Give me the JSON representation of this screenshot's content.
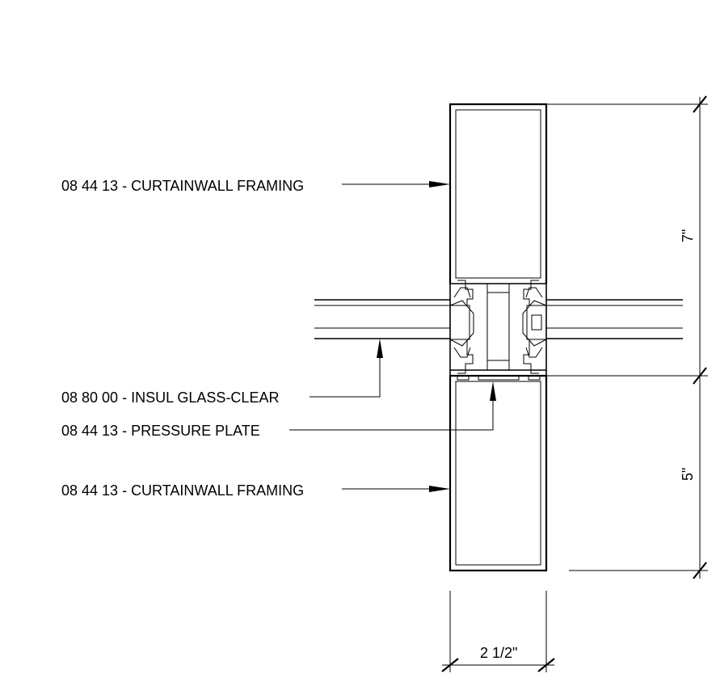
{
  "labels": {
    "framing_top": "08 44 13  - CURTAINWALL FRAMING",
    "insul_glass": "08 80 00  - INSUL GLASS-CLEAR",
    "pressure_plate": "08 44 13  - PRESSURE PLATE",
    "framing_bottom": "08 44 13  - CURTAINWALL FRAMING"
  },
  "dimensions": {
    "upper_height": "7\"",
    "lower_height": "5\"",
    "width": "2 1/2\""
  },
  "colors": {
    "line": "#000000",
    "background": "#ffffff"
  }
}
